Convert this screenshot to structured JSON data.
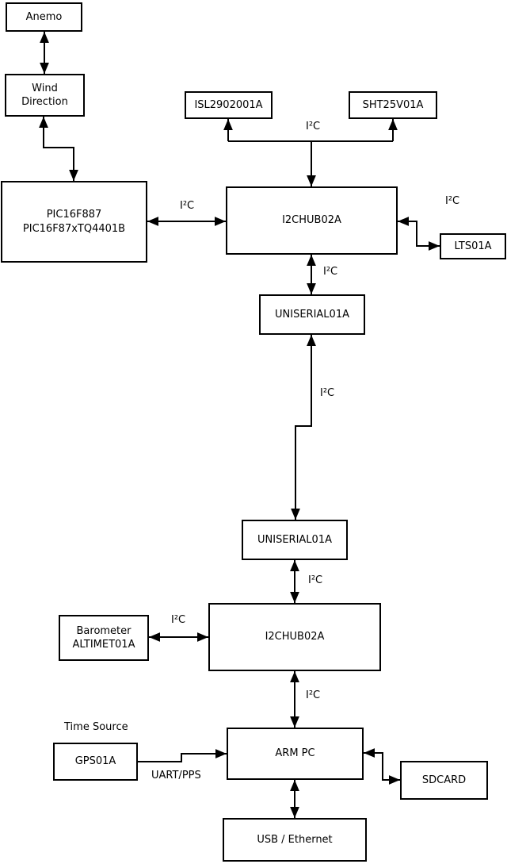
{
  "diagram": {
    "background_color": "#ffffff",
    "line_color": "#000000",
    "box_fill_color": "#ffffff",
    "text_color": "#000000",
    "nodes": {
      "anemo": {
        "label": "Anemo"
      },
      "wind_direction": {
        "line1": "Wind",
        "line2": "Direction"
      },
      "pic": {
        "line1": "PIC16F887",
        "line2": "PIC16F87xTQ4401B"
      },
      "isl": {
        "label": "ISL2902001A"
      },
      "sht": {
        "label": "SHT25V01A"
      },
      "i2chub_top": {
        "label": "I2CHUB02A"
      },
      "lts": {
        "label": "LTS01A"
      },
      "uniserial_top": {
        "label": "UNISERIAL01A"
      },
      "uniserial_bottom": {
        "label": "UNISERIAL01A"
      },
      "barometer": {
        "line1": "Barometer",
        "line2": "ALTIMET01A"
      },
      "i2chub_bottom": {
        "label": "I2CHUB02A"
      },
      "gps": {
        "label": "GPS01A"
      },
      "arm_pc": {
        "label": "ARM PC"
      },
      "sdcard": {
        "label": "SDCARD"
      },
      "usb_ethernet": {
        "label": "USB / Ethernet"
      }
    },
    "labels": {
      "i2c_sensors_bus": "I²C",
      "i2c_pic_hub": "I²C",
      "i2c_hub_lts": "I²C",
      "i2c_hub_uniserial": "I²C",
      "i2c_long_link": "I²C",
      "i2c_uniserial_hub2": "I²C",
      "i2c_barometer_hub2": "I²C",
      "i2c_hub2_arm": "I²C",
      "time_source": "Time Source",
      "uart_pps": "UART/PPS"
    },
    "edges": [
      {
        "from": "anemo",
        "to": "wind_direction",
        "bidirectional": true,
        "label": ""
      },
      {
        "from": "wind_direction",
        "to": "pic",
        "bidirectional": true,
        "label": ""
      },
      {
        "from": "pic",
        "to": "i2chub_top",
        "bidirectional": true,
        "label": "I²C"
      },
      {
        "from": "i2chub_top",
        "to": "isl",
        "bidirectional": true,
        "label": "I²C"
      },
      {
        "from": "i2chub_top",
        "to": "sht",
        "bidirectional": true,
        "label": "I²C"
      },
      {
        "from": "i2chub_top",
        "to": "lts",
        "bidirectional": true,
        "label": "I²C"
      },
      {
        "from": "i2chub_top",
        "to": "uniserial_top",
        "bidirectional": true,
        "label": "I²C"
      },
      {
        "from": "uniserial_top",
        "to": "uniserial_bottom",
        "bidirectional": true,
        "label": "I²C"
      },
      {
        "from": "uniserial_bottom",
        "to": "i2chub_bottom",
        "bidirectional": true,
        "label": "I²C"
      },
      {
        "from": "barometer",
        "to": "i2chub_bottom",
        "bidirectional": true,
        "label": "I²C"
      },
      {
        "from": "i2chub_bottom",
        "to": "arm_pc",
        "bidirectional": true,
        "label": "I²C"
      },
      {
        "from": "gps",
        "to": "arm_pc",
        "bidirectional": false,
        "label": "UART/PPS"
      },
      {
        "from": "arm_pc",
        "to": "sdcard",
        "bidirectional": true,
        "label": ""
      },
      {
        "from": "arm_pc",
        "to": "usb_ethernet",
        "bidirectional": true,
        "label": ""
      }
    ]
  }
}
